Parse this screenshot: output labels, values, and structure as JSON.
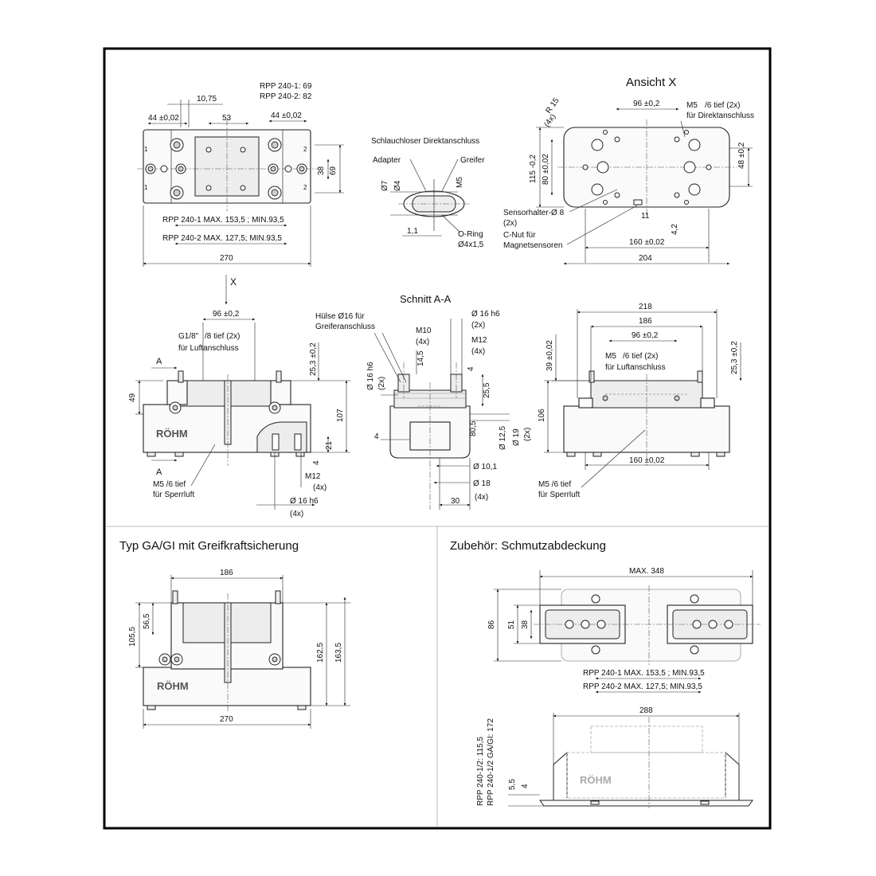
{
  "top_left": {
    "dims": {
      "d1075": "10,75",
      "rpp1": "RPP 240-1: 69",
      "rpp2": "RPP 240-2: 82",
      "d44l": "44 ±0,02",
      "d53": "53",
      "d44r": "44 ±0,02",
      "d38": "38",
      "d69": "69",
      "stroke1": "RPP 240-1 MAX. 153,5 ; MIN.93,5",
      "stroke2": "RPP 240-2 MAX. 127,5; MIN.93,5",
      "d270": "270",
      "p1": "1",
      "p2": "2"
    }
  },
  "detail": {
    "title": "Schlauchloser Direktanschluss",
    "adapter": "Adapter",
    "greifer": "Greifer",
    "d7": "Ø7",
    "d4": "Ø4",
    "m5": "M5",
    "d11": "1,1",
    "oring1": "O-Ring",
    "oring2": "Ø4x1,5"
  },
  "ansicht": {
    "title": "Ansicht X",
    "r15": "R 15",
    "x4": "(4x)",
    "d96": "96 ±0,2",
    "m5a": "M5",
    "m5b": "/6 tief (2x)",
    "m5c": "für Direktanschluss",
    "d115": "115 -0,2",
    "d80": "80 ±0,02",
    "d48": "48 ±0,2",
    "sens1": "Sensorhalter-Ø 8",
    "sens2": "(2x)",
    "cnut1": "C-Nut für",
    "cnut2": "Magnetsensoren",
    "d11": "11",
    "d42": "4,2",
    "d160": "160 ±0,02",
    "d204": "204"
  },
  "front": {
    "x": "X",
    "d96": "96 ±0,2",
    "g1": "G1/8\"",
    "g2": "/8 tief (2x)",
    "g3": "für Luftanschluss",
    "a": "A",
    "d49": "49",
    "d253": "25,3 ±0,2",
    "d107": "107",
    "d21": "21",
    "d4": "4",
    "m12": "M12",
    "x4": "(4x)",
    "m5": "M5 /6 tief",
    "sperr": "für Sperrluft",
    "d16": "Ø 16 h6",
    "x4b": "(4x)",
    "logo": "RÖHM"
  },
  "section": {
    "title": "Schnitt A-A",
    "huelse1": "Hülse Ø16 für",
    "huelse2": "Greiferanschluss",
    "m10": "M10",
    "x4": "(4x)",
    "d16a": "Ø 16 h6",
    "x2a": "(2x)",
    "m12": "M12",
    "x4b": "(4x)",
    "d145": "14,5",
    "d4a": "4",
    "d255": "25,5",
    "d805": "80,5",
    "d125": "Ø 12,5",
    "d19": "Ø 19",
    "x2b": "(2x)",
    "d16b": "Ø 16 h6",
    "x2c": "(2x)",
    "d4b": "4",
    "d101": "Ø 10,1",
    "d18": "Ø 18",
    "x4c": "(4x)",
    "d30": "30"
  },
  "side": {
    "d218": "218",
    "d186": "186",
    "d96": "96 ±0,2",
    "m5a": "M5",
    "m5b": "/6 tief (2x)",
    "m5c": "für Luftanschluss",
    "d39": "39 ±0,02",
    "d253": "25,3 ±0,2",
    "d106": "106",
    "d160": "160 ±0,02",
    "m5": "M5 /6 tief",
    "sperr": "für Sperrluft"
  },
  "typ": {
    "title": "Typ GA/GI mit Greifkraftsicherung",
    "d186": "186",
    "d1055": "105,5",
    "d565": "56,5",
    "d1625": "162,5",
    "d1635": "163,5",
    "d270": "270",
    "logo": "RÖHM"
  },
  "zubehoer": {
    "title": "Zubehör: Schmutzabdeckung",
    "max": "MAX. 348",
    "d86": "86",
    "d51": "51",
    "d38": "38",
    "stroke1": "RPP 240-1 MAX. 153,5 ; MIN.93,5",
    "stroke2": "RPP 240-2 MAX. 127,5; MIN.93,5",
    "d288": "288",
    "rpp1": "RPP 240-1/2: 115,5",
    "rpp2": "RPP 240-1/2 GA/GI: 172",
    "d55": "5,5",
    "d4": "4",
    "logo": "RÖHM"
  }
}
